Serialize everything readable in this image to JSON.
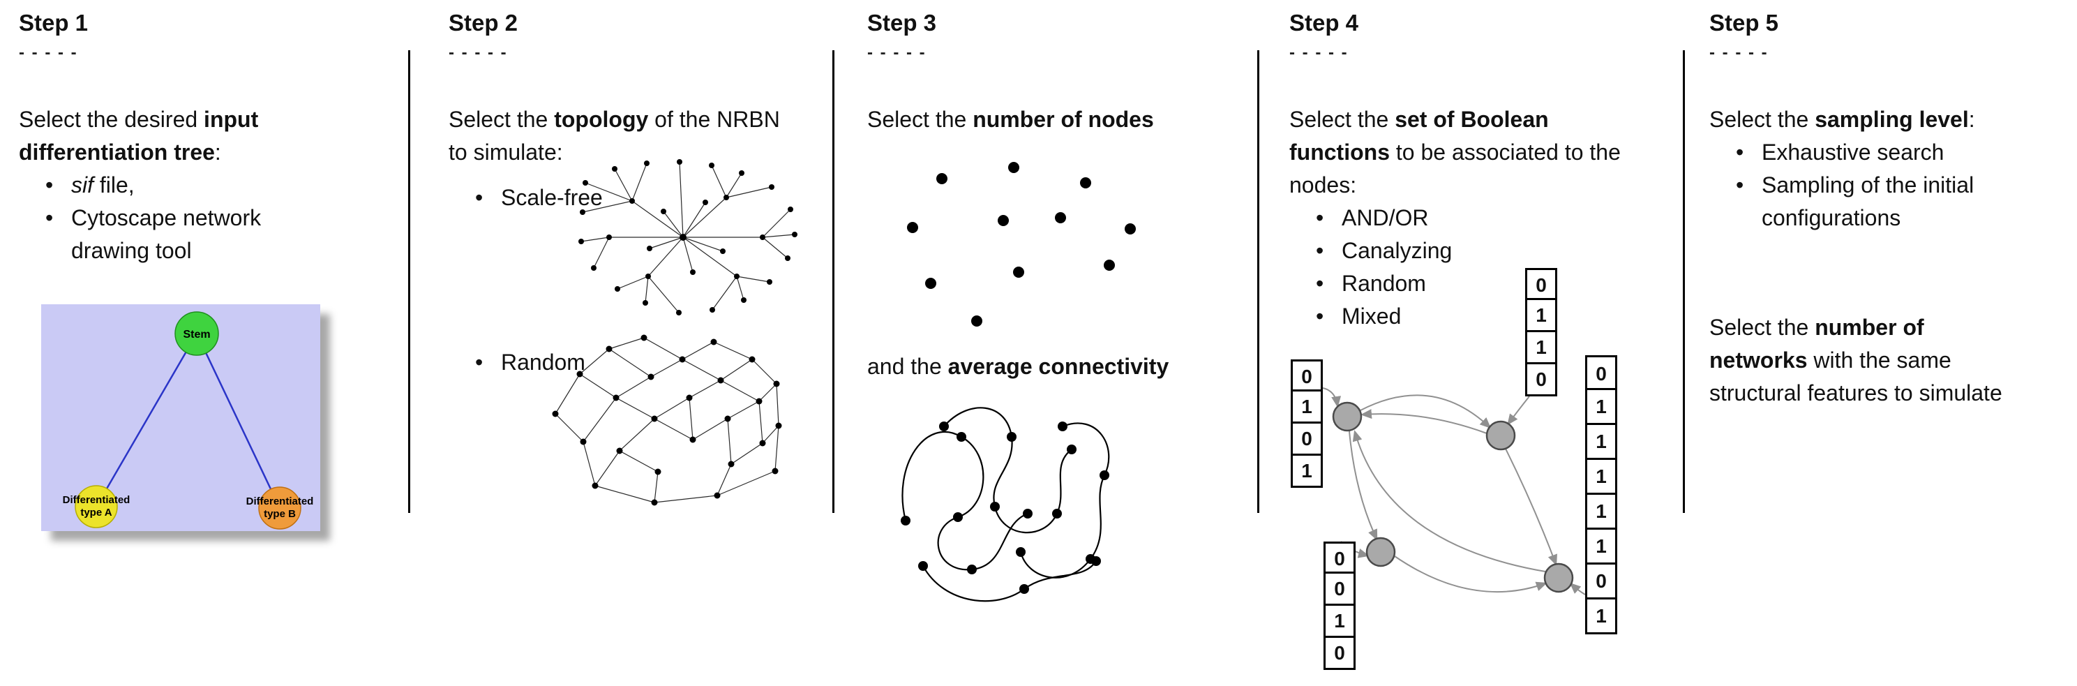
{
  "colors": {
    "tree_panel": "#cacaf5",
    "stem_green": "#3fd33f",
    "type_a_yellow": "#ece32b",
    "type_b_orange": "#ef9b3b",
    "tree_edge_blue": "#2b35c8",
    "boolean_node_gray": "#a9a9a9",
    "arrow_gray": "#909090"
  },
  "steps": [
    {
      "title": "Step 1",
      "dashes": "- - - - -",
      "intro": [
        {
          "text": "Select the desired "
        },
        {
          "text": "input differentiation tree",
          "bold": true
        },
        {
          "text": ":"
        }
      ],
      "bullets": [
        [
          {
            "text": "sif",
            "italic": true
          },
          {
            "text": " file,"
          }
        ],
        [
          {
            "text": "Cytoscape network drawing tool"
          }
        ]
      ],
      "tree": {
        "stem_label": "Stem",
        "type_a_line1": "Differentiated",
        "type_a_line2": "type A",
        "type_b_line1": "Differentiated",
        "type_b_line2": "type B"
      }
    },
    {
      "title": "Step 2",
      "dashes": "- - - - -",
      "intro": [
        {
          "text": "Select the "
        },
        {
          "text": "topology",
          "bold": true
        },
        {
          "text": " of the NRBN to simulate:"
        }
      ],
      "bullets": [
        [
          {
            "text": "Scale-free"
          }
        ],
        [
          {
            "text": "Random"
          }
        ]
      ]
    },
    {
      "title": "Step 3",
      "dashes": "- - - - -",
      "intro": [
        {
          "text": "Select the "
        },
        {
          "text": "number of nodes",
          "bold": true
        }
      ],
      "subtext": [
        {
          "text": "and the "
        },
        {
          "text": "average connectivity",
          "bold": true
        }
      ]
    },
    {
      "title": "Step 4",
      "dashes": "- - - - -",
      "intro": [
        {
          "text": "Select the "
        },
        {
          "text": "set of Boolean functions",
          "bold": true
        },
        {
          "text": " to be associated to the nodes:"
        }
      ],
      "bullets": [
        [
          {
            "text": "AND/OR"
          }
        ],
        [
          {
            "text": "Canalyzing"
          }
        ],
        [
          {
            "text": "Random"
          }
        ],
        [
          {
            "text": "Mixed"
          }
        ]
      ],
      "tables": {
        "left": [
          "0",
          "1",
          "0",
          "1"
        ],
        "top": [
          "0",
          "1",
          "1",
          "0"
        ],
        "bottom": [
          "0",
          "0",
          "1",
          "0"
        ],
        "right": [
          "0",
          "1",
          "1",
          "1",
          "1",
          "1",
          "0",
          "1"
        ]
      }
    },
    {
      "title": "Step 5",
      "dashes": "- - - - -",
      "intro": [
        {
          "text": "Select the "
        },
        {
          "text": "sampling level",
          "bold": true
        },
        {
          "text": ":"
        }
      ],
      "bullets": [
        [
          {
            "text": "Exhaustive search"
          }
        ],
        [
          {
            "text": "Sampling of the initial configurations"
          }
        ]
      ],
      "second": [
        {
          "text": "Select the "
        },
        {
          "text": "number of ",
          "bold": true
        },
        {
          "text": "networks",
          "bold": true
        },
        {
          "text": " with the same"
        },
        {
          "text": "structural features to simulate"
        }
      ]
    }
  ]
}
